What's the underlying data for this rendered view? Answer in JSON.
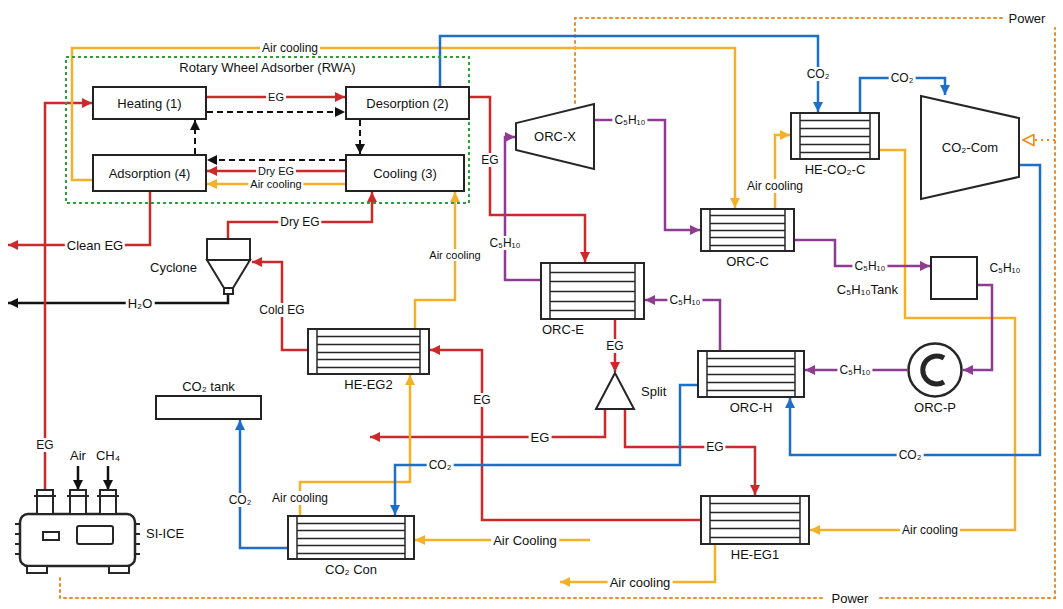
{
  "diagram": {
    "nodes": [
      {
        "text": [
          "Rotary Wheel Adsorber (RWA)"
        ]
      },
      {
        "text": [
          "Heating (1)"
        ],
        "in": 0
      },
      {
        "text": [
          "Desorption (2)"
        ],
        "in": 0
      },
      {
        "text": [
          "Adsorption (4)"
        ],
        "in": 0
      },
      {
        "text": [
          "Cooling (3)"
        ],
        "in": 0
      },
      {
        "text": [
          "ORC-X"
        ]
      },
      {
        "text": [
          "HE-CO₂-C"
        ]
      },
      {
        "text": [
          "CO₂-Com"
        ]
      },
      {
        "text": [
          "Cyclone"
        ]
      },
      {
        "text": [
          "ORC-C"
        ]
      },
      {
        "text": [
          "ORC-E"
        ]
      },
      {
        "text": [
          "C₅H₁₀Tank"
        ]
      },
      {
        "text": [
          "HE-EG2"
        ]
      },
      {
        "text": [
          "Split"
        ]
      },
      {
        "text": [
          "ORC-H"
        ]
      },
      {
        "text": [
          "ORC-P"
        ]
      },
      {
        "text": [
          "CO₂ tank"
        ]
      },
      {
        "text": [
          "SI-ICE"
        ]
      },
      {
        "text": [
          "CO₂ Con"
        ]
      },
      {
        "text": [
          "HE-EG1"
        ]
      }
    ],
    "edges": [
      {
        "from": 17,
        "to": 1,
        "label": "EG",
        "arrow": "to"
      },
      {
        "from": 1,
        "to": 2,
        "label": "EG",
        "arrow": "to"
      },
      {
        "from": 1,
        "to": 2,
        "arrow": "to"
      },
      {
        "from": 2,
        "to": 4,
        "arrow": "to"
      },
      {
        "from": 4,
        "to": 3,
        "arrow": "to"
      },
      {
        "from": 3,
        "to": 1,
        "arrow": "to"
      },
      {
        "from": 2,
        "to": 10,
        "label": "EG",
        "arrow": "to"
      },
      {
        "from": 10,
        "to": 13,
        "label": "EG",
        "arrow": "to"
      },
      {
        "from": 13,
        "to": 19,
        "label": "EG",
        "arrow": "to"
      },
      {
        "from": 19,
        "to": 12,
        "label": "EG",
        "arrow": "to"
      },
      {
        "from": 12,
        "to": 8,
        "label": "Cold EG",
        "arrow": "to"
      },
      {
        "from": 8,
        "to": 4,
        "label": "Dry EG",
        "arrow": "to"
      },
      {
        "from": 4,
        "to": 3,
        "label": "Dry EG",
        "arrow": "to"
      },
      {
        "from": 4,
        "to": 3,
        "label": "Air cooling",
        "arrow": "to"
      },
      {
        "from": 3,
        "to": 9,
        "label": "Air cooling",
        "arrow": "to"
      },
      {
        "from": 9,
        "to": 6,
        "label": "Air cooling",
        "arrow": "to"
      },
      {
        "from": 6,
        "to": 19,
        "label": "Air cooling",
        "arrow": "to"
      },
      {
        "from": 18,
        "to": 12,
        "label": "Air cooling",
        "arrow": "to"
      },
      {
        "from": 12,
        "to": 4,
        "label": "Air cooling",
        "arrow": "to"
      },
      {
        "from": 2,
        "to": 6,
        "label": "CO₂",
        "arrow": "to"
      },
      {
        "from": 6,
        "to": 7,
        "label": "CO₂",
        "arrow": "to"
      },
      {
        "from": 7,
        "to": 14,
        "label": "CO₂",
        "arrow": "to"
      },
      {
        "from": 14,
        "to": 18,
        "label": "CO₂",
        "arrow": "to"
      },
      {
        "from": 18,
        "to": 16,
        "label": "CO₂",
        "arrow": "to"
      },
      {
        "from": 10,
        "to": 5,
        "label": "C₅H₁₀",
        "arrow": "to"
      },
      {
        "from": 5,
        "to": 9,
        "label": "C₅H₁₀",
        "arrow": "to"
      },
      {
        "from": 9,
        "to": 11,
        "label": "C₅H₁₀",
        "arrow": "to"
      },
      {
        "from": 11,
        "to": 15,
        "label": "C₅H₁₀",
        "arrow": "to"
      },
      {
        "from": 15,
        "to": 14,
        "label": "C₅H₁₀",
        "arrow": "to"
      },
      {
        "from": 14,
        "to": 10,
        "label": "C₅H₁₀",
        "arrow": "to"
      }
    ],
    "labels": [
      "Clean EG",
      "H₂O",
      "Air",
      "CH₄",
      "EG",
      "Air Cooling",
      "Air cooling",
      "Power",
      "Power"
    ]
  }
}
